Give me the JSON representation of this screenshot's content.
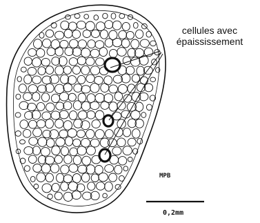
{
  "annotation": {
    "line1": "cellules avec",
    "line2": "épaississement"
  },
  "author_mark": "MPB",
  "scale_bar": {
    "label": "0,2mm"
  },
  "colors": {
    "ink": "#111111",
    "background": "#ffffff"
  }
}
